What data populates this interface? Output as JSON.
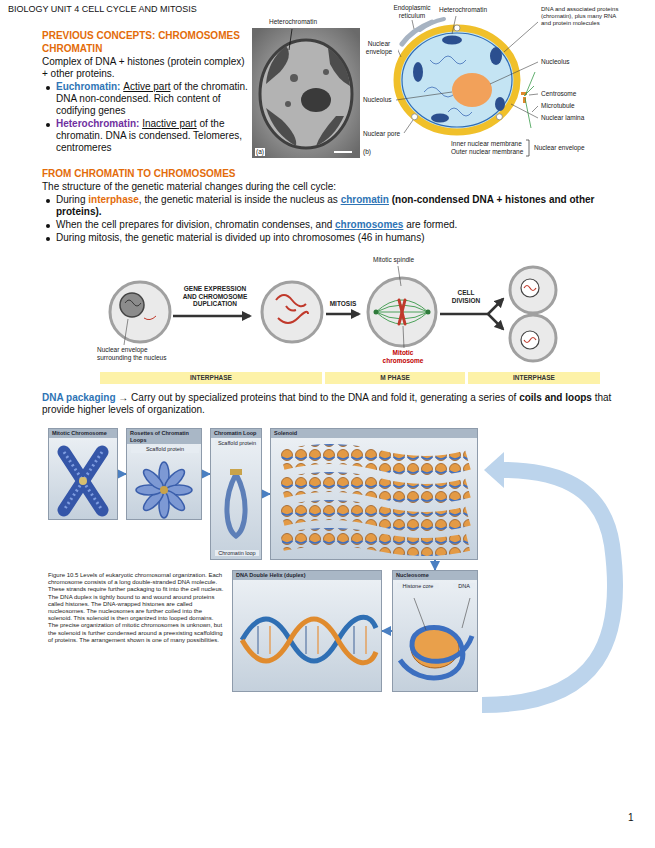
{
  "diagram": {
    "title": "BIOLOGY UNIT 4 CELL CYCLE AND MITOSIS",
    "caption": "Figure 10.5 Levels of eukaryotic chromosomal organization. Each chromosome consists of a long double-stranded DNA molecule. These strands require further packaging to fit into the cell nucleus. The DNA duplex is tightly bound to and wound around proteins called histones. The DNA-wrapped histones are called nucleosomes. The nucleosomes are further coiled into the solenoid. This solenoid is then organized into looped domains. The precise organization of mitotic chromosomes is unknown, but the solenoid is further condensed around a preexisting scaffolding of proteins. The arrangement shown is one of many possibilities.",
    "nodes": [
      {
        "text": [
          "INTERPHASE"
        ]
      },
      {
        "text": [
          "M PHASE"
        ]
      },
      {
        "text": [
          "INTERPHASE"
        ]
      },
      {
        "text": [
          "Mitotic Chromosome"
        ]
      },
      {
        "text": [
          "Rosettes of Chromatin Loops",
          "Scaffold protein"
        ]
      },
      {
        "text": [
          "Chromatin Loop",
          "Scaffold protein",
          "Chromatin loop"
        ]
      },
      {
        "text": [
          "Solenoid"
        ]
      },
      {
        "text": [
          "DNA Double Helix (duplex)"
        ]
      },
      {
        "text": [
          "Nucleosome",
          "Histone core",
          "DNA"
        ]
      }
    ],
    "edges": [
      {
        "from": 3,
        "to": 4,
        "arrow": "to"
      },
      {
        "from": 4,
        "to": 5,
        "arrow": "to"
      },
      {
        "from": 5,
        "to": 6,
        "arrow": "to"
      },
      {
        "from": 6,
        "to": 8,
        "arrow": "to"
      },
      {
        "from": 8,
        "to": 7,
        "arrow": "to"
      }
    ],
    "labels": [
      "PREVIOUS CONCEPTS: CHROMOSOMES",
      "CHROMATIN",
      "Complex of DNA + histones (protein complex) + other proteins.",
      "Euchromatin:",
      "Active part",
      "of the chromatin. DNA non-condensed. Rich content of codifying genes",
      "Heterochromatin:",
      "Inactive part",
      "of the chromatin. DNA is condensed. Telomeres, centromeres",
      "Heterochromatin",
      "(a)",
      "Endoplasmic reticulum",
      "Nuclear envelope",
      "Heterochromatin",
      "DNA and associated proteins (chromatin), plus many RNA and protein molecules",
      "Nucleolus",
      "Nucleolus",
      "Centrosome",
      "Microtubule",
      "Nuclear lamina",
      "Nuclear pore",
      "Inner nuclear membrane",
      "Outer nuclear membrane",
      "Nuclear envelope",
      "(b)",
      "FROM CHROMATIN TO CHROMOSOMES",
      "The structure of the genetic material changes during the cell cycle:",
      "During",
      "interphase",
      ", the genetic material is inside the nucleus as",
      "chromatin",
      "(non-condensed DNA + histones and other proteins).",
      "When the cell prepares for division, chromatin condenses, and",
      "chromosomes",
      "are formed.",
      "During mitosis, the genetic material is divided up into chromosomes (46 in humans)",
      "Mitotic spindle",
      "GENE EXPRESSION AND CHROMOSOME DUPLICATION",
      "MITOSIS",
      "CELL DIVISION",
      "Nuclear envelope surrounding the nucleus",
      "Mitotic chromosome",
      "DNA packaging",
      "→ Carry out by specialized proteins that bind to the DNA and fold it, generating a series of",
      "coils and loops",
      "that provide higher levels of organization.",
      "1"
    ]
  }
}
